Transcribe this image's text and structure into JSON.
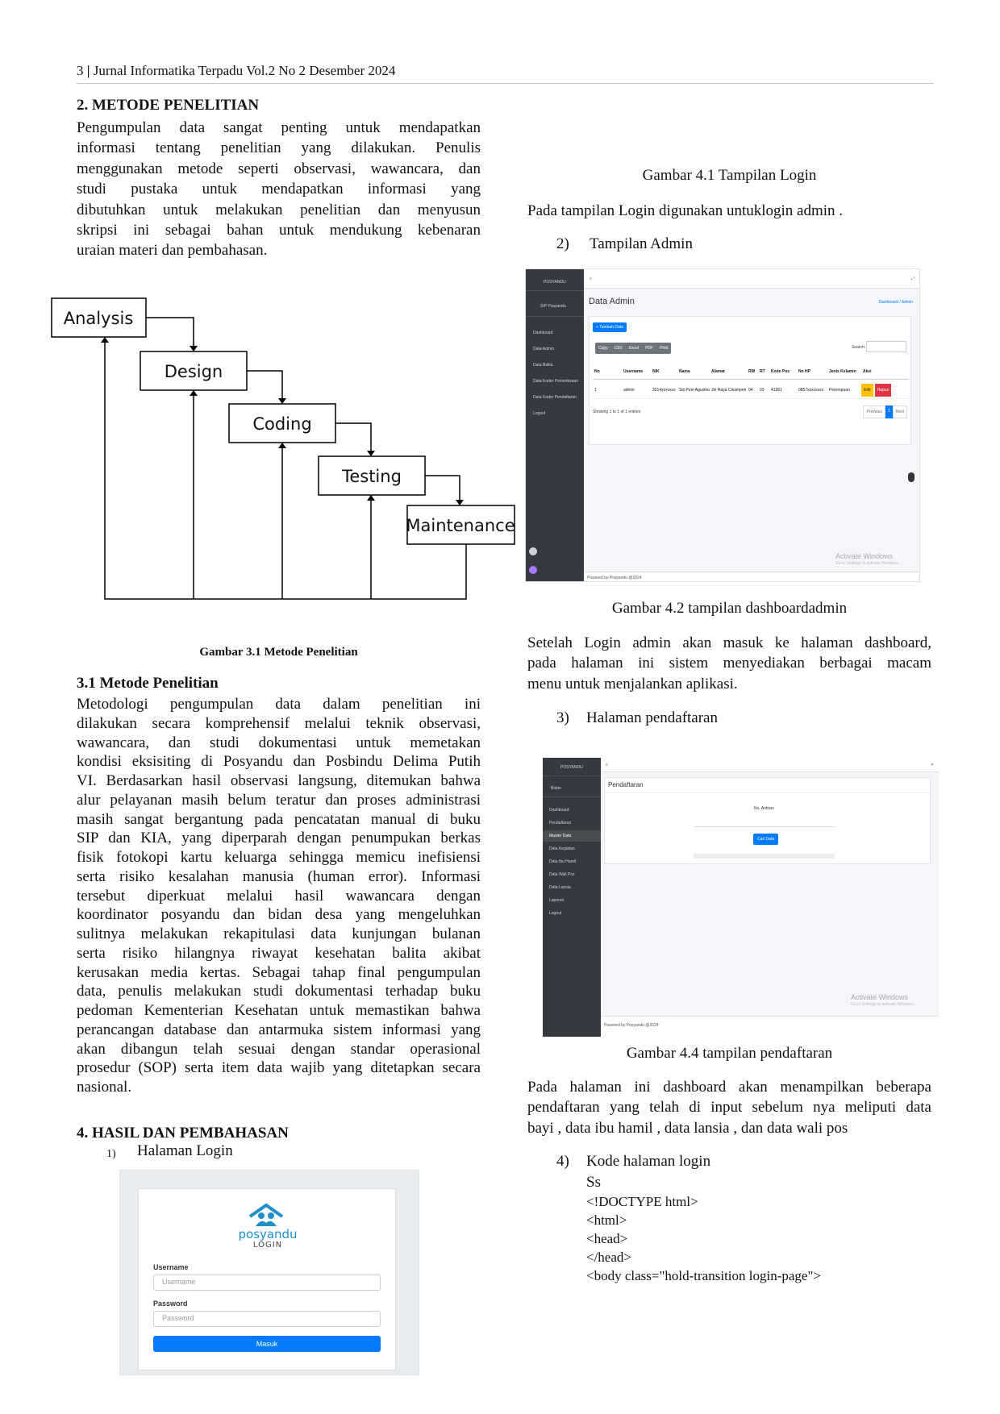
{
  "header": {
    "page_num": "3",
    "journal": "Jurnal Informatika Terpadu Vol.2  No 2 Desember 2024"
  },
  "section2": {
    "title": "2.     METODE PENELITIAN",
    "lines": [
      "Pengumpulan data sangat penting untuk mendapatkan",
      "informasi tentang penelitian yang dilakukan. Penulis",
      "menggunakan metode seperti observasi, wawancara, dan",
      "studi pustaka untuk mendapatkan informasi yang",
      "dibutuhkan untuk melakukan penelitian dan menyusun",
      "skripsi ini sebagai bahan untuk mendukung kebenaran",
      "uraian materi dan pembahasan."
    ]
  },
  "waterfall": {
    "boxes": [
      "Analysis",
      "Design",
      "Coding",
      "Testing",
      "Maintenance"
    ]
  },
  "fig31_caption": "Gambar 3.1 Metode Penelitian",
  "section31": {
    "title": "3.1 Metode Penelitian",
    "lines": [
      "Metodologi pengumpulan data dalam penelitian ini",
      "dilakukan secara komprehensif melalui teknik observasi,",
      "wawancara, dan studi dokumentasi untuk memetakan",
      "kondisi eksisiting di Posyandu dan Posbindu Delima Putih",
      "VI. Berdasarkan hasil observasi langsung, ditemukan bahwa",
      "alur pelayanan masih belum teratur dan proses administrasi",
      "masih sangat bergantung pada pencatatan manual di buku",
      "SIP dan KIA, yang diperparah dengan penumpukan berkas",
      "fisik fotokopi kartu keluarga sehingga memicu inefisiensi",
      "serta risiko kesalahan manusia (human error). Informasi",
      "tersebut diperkuat melalui hasil wawancara dengan",
      "koordinator posyandu dan bidan desa yang mengeluhkan",
      "sulitnya melakukan rekapitulasi data kunjungan bulanan",
      "serta risiko hilangnya riwayat kesehatan balita akibat",
      "kerusakan media kertas. Sebagai tahap final pengumpulan",
      "data, penulis melakukan studi dokumentasi terhadap buku",
      "pedoman Kementerian Kesehatan untuk memastikan bahwa",
      "perancangan database dan antarmuka sistem informasi yang",
      "akan dibangun telah sesuai dengan standar operasional",
      "prosedur (SOP) serta item data wajib yang ditetapkan secara",
      "nasional."
    ]
  },
  "section4": {
    "title": "4. HASIL DAN PEMBAHASAN",
    "item1_num": "1)",
    "item1_label": "Halaman Login"
  },
  "login_shot": {
    "logo": "posyandu",
    "logo_sub": "LOGIN",
    "username_label": "Username",
    "username_placeholder": "Username",
    "password_label": "Password",
    "password_placeholder": "Password",
    "submit": "Masuk"
  },
  "fig41_caption": "Gambar 4.1 Tampilan Login",
  "fig41_text": "Pada tampilan Login digunakan untuklogin admin .",
  "item2": {
    "num": "2)",
    "label": "Tampilan Admin"
  },
  "admin_shot": {
    "brand": "POSYANDU",
    "user": "SIP Posyandu",
    "menu": [
      "Dashboard",
      "Data Admin",
      "Data Balita",
      "Data Kader Pemeriksaan",
      "Data Kader Pendaftaran",
      "Logout"
    ],
    "page_title": "Data Admin",
    "breadcrumb": "Dashboard / Admin",
    "add_button": "+ Tambah Data",
    "export_buttons": [
      "Copy",
      "CSV",
      "Excel",
      "PDF",
      "Print"
    ],
    "search_label": "Search:",
    "columns": [
      "No",
      "Username",
      "NIK",
      "Nama",
      "Alamat",
      "RW",
      "RT",
      "Kode Pos",
      "No HP",
      "Jenis Kelamin",
      "Aksi"
    ],
    "row": [
      "1",
      "admin",
      "3214xxxxxxx",
      "Siti Putri Agustina",
      "Jln Raya Cikampek",
      "04",
      "03",
      "41361",
      "0857xxxxxxxx",
      "Perempuan"
    ],
    "edit": "Edit",
    "delete": "Hapus",
    "info": "Showing 1 to 1 of 1 entries",
    "prev": "Previous",
    "page": "1",
    "next": "Next",
    "watermark": "Activate Windows",
    "watermark_sub": "Go to Settings to activate Windows.",
    "footer": "Powered by Posyandu @2024"
  },
  "fig42_caption": "Gambar 4.2 tampilan dashboardadmin",
  "fig42_lines": [
    "Setelah Login admin akan masuk ke halaman dashboard,",
    "pada halaman ini sistem menyediakan berbagai macam",
    "menu untuk menjalankan aplikasi."
  ],
  "item3": {
    "num": "3)",
    "label": "Halaman pendaftaran"
  },
  "daftar_shot": {
    "brand": "POSYANDU",
    "user": "Bidan",
    "menu": [
      "Dashboard",
      "Pendaftaran",
      "Master Data",
      "Data Kegiatan",
      "Data Ibu Hamil",
      "Data Wali Pos",
      "Data Lansia",
      "Laporan",
      "Logout"
    ],
    "page_title": "Pendaftaran",
    "field_label": "No. Antrian",
    "button": "Cari Data",
    "watermark": "Activate Windows",
    "watermark_sub": "Go to Settings to activate Windows.",
    "footer": "Powered by Posyandu @2024"
  },
  "fig44_caption": "Gambar 4.4 tampilan pendaftaran",
  "fig44_lines": [
    "Pada halaman ini dashboard akan menampilkan beberapa",
    "pendaftaran yang telah di input sebelum nya meliputi data",
    "bayi , data ibu hamil , data lansia , dan data wali pos"
  ],
  "item4": {
    "num": "4)",
    "label": "Kode halaman login"
  },
  "code_lines": [
    "Ss",
    "<!DOCTYPE html>",
    "<html>",
    "<head>",
    "</head>",
    "<body class=\"hold-transition login-page\">"
  ],
  "colors": {
    "primary": "#007bff",
    "warning": "#ffc107",
    "danger": "#dc3545",
    "sidebar": "#343a40",
    "posyandu": "#1e8fc9"
  }
}
